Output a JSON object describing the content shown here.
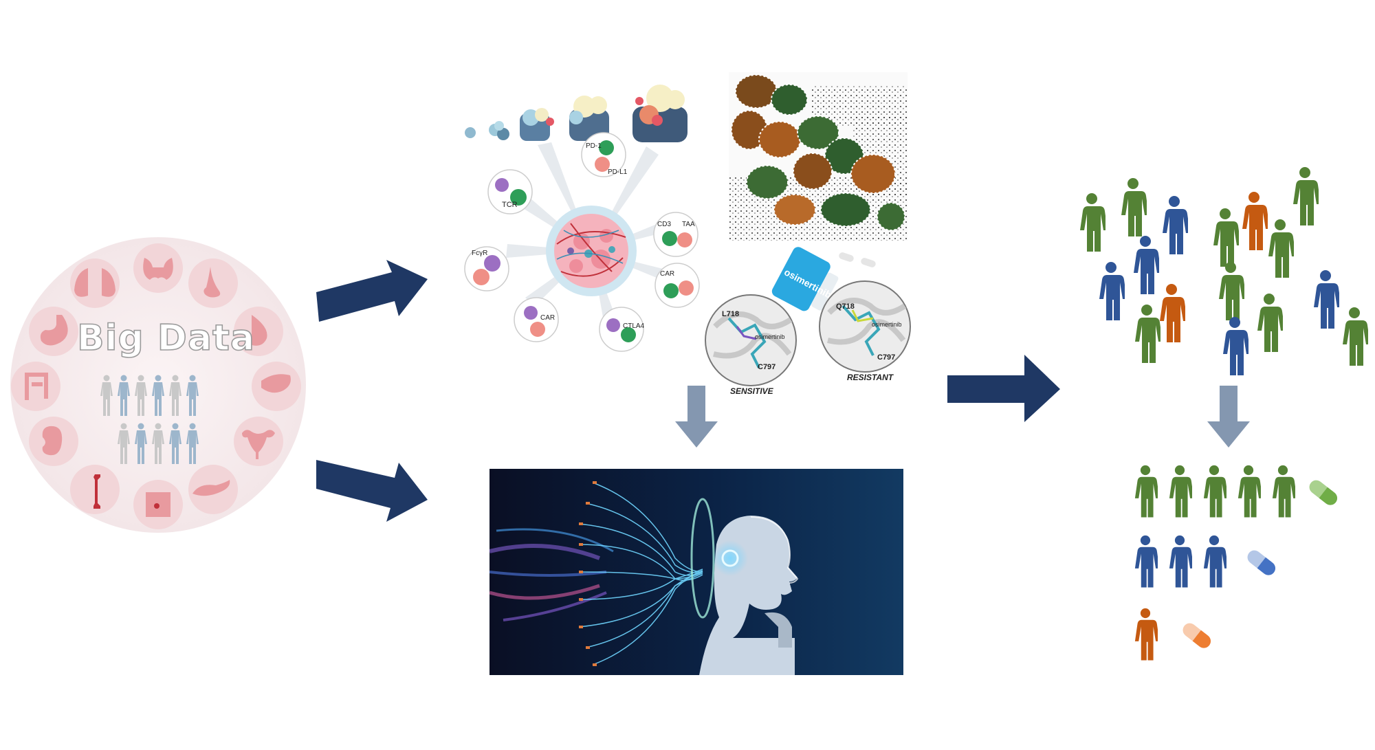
{
  "hub": {
    "title": "Big Data",
    "organs": [
      "lungs",
      "thyroid",
      "nose",
      "stomach",
      "breast",
      "intestine",
      "liver",
      "kidney",
      "uterus",
      "bone",
      "pancreas",
      "skin"
    ]
  },
  "tumor_panel": {
    "receptors": [
      "TCR",
      "PD-1",
      "PD-L1",
      "CD3",
      "TAA",
      "FcγR",
      "CAR",
      "CAR",
      "CTLA4"
    ]
  },
  "drug_panel": {
    "drug_bottle": "osimertinib",
    "sensitive": {
      "res_a": "L718",
      "res_b": "C797",
      "drug": "osimertinib",
      "caption": "SENSITIVE"
    },
    "resistant": {
      "res_a": "Q718",
      "res_b": "C797",
      "drug": "osimertinib",
      "caption": "RESISTANT"
    }
  },
  "colors": {
    "arrow_dark": "#1f3864",
    "arrow_light": "#8497b0",
    "green": "#548235",
    "blue": "#2f5597",
    "orange": "#c55a11",
    "organ_circle": "#f2d5d8",
    "organ_fill": "#e89a9f"
  }
}
